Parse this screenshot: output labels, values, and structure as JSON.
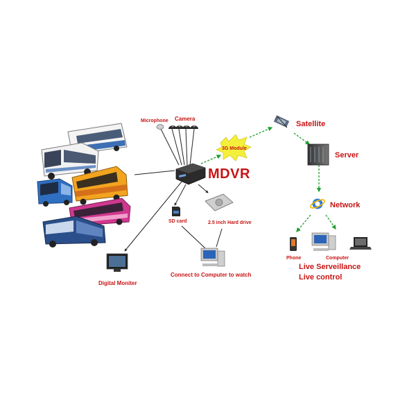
{
  "labels": {
    "microphone": "Microphone",
    "camera": "Camera",
    "module_3g": "3G Module",
    "mdvr": "MDVR",
    "satellite": "Satellite",
    "server": "Server",
    "network": "Network",
    "sd_card": "SD card",
    "hard_drive": "2.5 inch Hard drive",
    "digital_monitor": "Digital Moniter",
    "connect_computer": "Connect to Computer to watch",
    "phone": "Phone",
    "computer": "Computer",
    "live_surveillance": "Live Serveillance",
    "live_control": "Live control"
  },
  "colors": {
    "label_red": "#c81414",
    "arrow_green": "#1e9e2e",
    "line_dark": "#222222",
    "burst_yellow": "#f4ef3a"
  },
  "icons": [
    "bus-icon",
    "microphone-icon",
    "camera-icon",
    "mdvr-device-icon",
    "3g-module-burst-icon",
    "satellite-icon",
    "server-icon",
    "internet-explorer-icon",
    "sd-card-icon",
    "hard-drive-icon",
    "digital-monitor-icon",
    "desktop-computer-icon",
    "phone-icon",
    "laptop-icon"
  ]
}
